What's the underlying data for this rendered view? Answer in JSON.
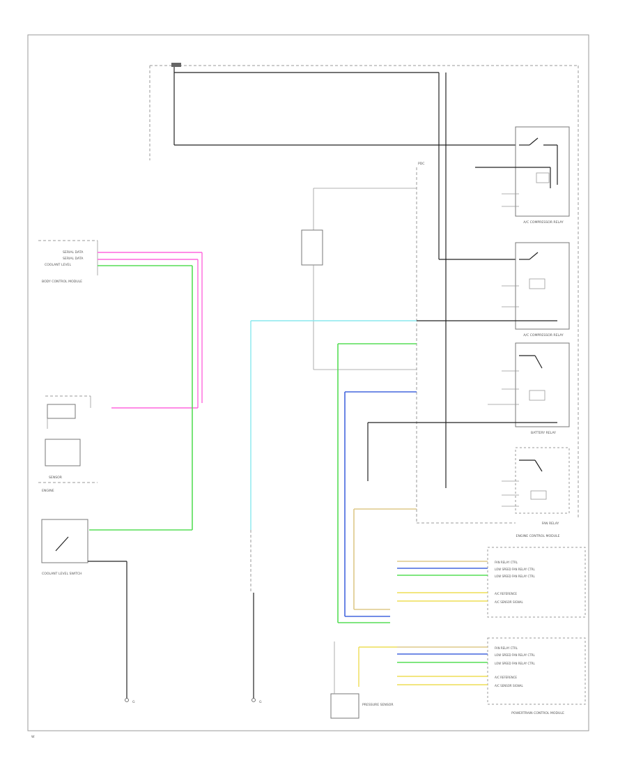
{
  "diagram": {
    "footer_code": "W",
    "connector_group_label": "PDC",
    "relays": {
      "relay_1": "A/C COMPRESSOR RELAY",
      "relay_2": "A/C COMPRESSOR RELAY",
      "relay_3": "BATTERY RELAY",
      "relay_4": "FAN RELAY"
    },
    "left_module": {
      "pins": [
        "SERIAL DATA",
        "SERIAL DATA",
        "COOLANT LEVEL"
      ],
      "label": "BODY CONTROL MODULE"
    },
    "left_sensor": {
      "label": "SENSOR",
      "sub": "ENGINE"
    },
    "coolant_switch_label": "COOLANT LEVEL SWITCH",
    "ground_labels": [
      "G",
      "G"
    ],
    "right_modules": {
      "module_a": "ENGINE CONTROL MODULE",
      "module_b": "POWERTRAIN CONTROL MODULE"
    },
    "module_a_pins": [
      "FAN RELAY CTRL",
      "LOW SPEED FAN RELAY CTRL",
      "LOW SPEED FAN RELAY CTRL",
      "A/C REFERENCE",
      "A/C SENSOR SIGNAL"
    ],
    "module_b_pins": [
      "FAN RELAY CTRL",
      "LOW SPEED FAN RELAY CTRL",
      "LOW SPEED FAN RELAY CTRL",
      "A/C REFERENCE",
      "A/C SENSOR SIGNAL"
    ],
    "bottom_pressure_label": "PRESSURE SENSOR",
    "colors": {
      "pink": "#ff66dd",
      "green": "#55dd55",
      "cyan": "#88e8ee",
      "blue": "#4466dd",
      "tan": "#ddc888",
      "yellow": "#eedd55"
    }
  }
}
